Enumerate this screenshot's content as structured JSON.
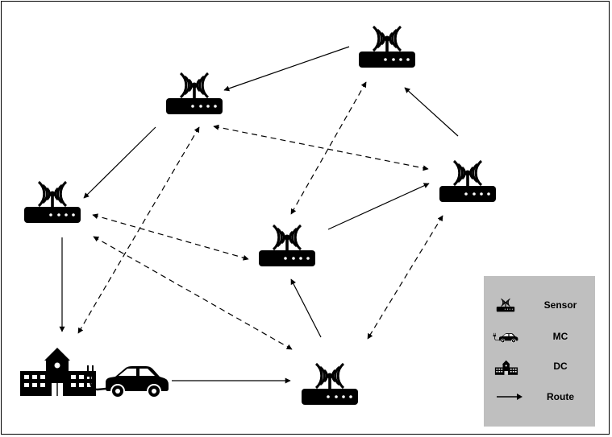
{
  "legend": {
    "items": [
      {
        "key": "sensor",
        "label": "Sensor",
        "icon": "sensor-icon"
      },
      {
        "key": "mc",
        "label": "MC",
        "icon": "car-icon"
      },
      {
        "key": "dc",
        "label": "DC",
        "icon": "building-icon"
      },
      {
        "key": "route",
        "label": "Route",
        "icon": "arrow-icon"
      }
    ]
  },
  "colors": {
    "icon": "#000000",
    "legend_background": "#bfbfbf",
    "edge": "#000000"
  },
  "edges": [
    {
      "from": "s-top",
      "to": "s-upper-left",
      "style": "solid"
    },
    {
      "from": "s-upper-left",
      "to": "s-left",
      "style": "solid"
    },
    {
      "from": "s-left",
      "to": "dc",
      "style": "solid"
    },
    {
      "from": "mc",
      "to": "s-bottom",
      "style": "solid"
    },
    {
      "from": "s-bottom",
      "to": "s-center",
      "style": "solid"
    },
    {
      "from": "s-center",
      "to": "s-right",
      "style": "solid"
    },
    {
      "from": "s-right",
      "to": "s-top",
      "style": "solid"
    },
    {
      "from": "s-upper-left",
      "to": "s-right",
      "style": "dashed-bidirectional"
    },
    {
      "from": "s-top",
      "to": "s-center",
      "style": "dashed-bidirectional"
    },
    {
      "from": "s-upper-left",
      "to": "dc",
      "style": "dashed-bidirectional"
    },
    {
      "from": "s-left",
      "to": "s-center",
      "style": "dashed-bidirectional"
    },
    {
      "from": "s-left",
      "to": "s-bottom",
      "style": "dashed-bidirectional"
    },
    {
      "from": "s-right",
      "to": "s-bottom",
      "style": "dashed-bidirectional"
    }
  ]
}
